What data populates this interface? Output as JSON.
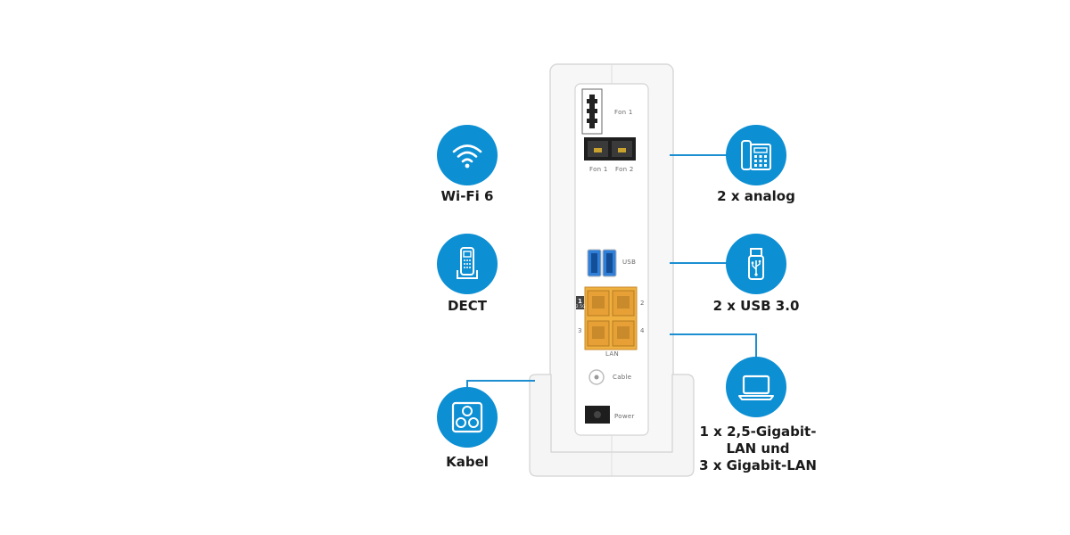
{
  "features": {
    "wifi": {
      "label": "Wi-Fi 6",
      "icon": "wifi-icon"
    },
    "dect": {
      "label": "DECT",
      "icon": "dect-phone-icon"
    },
    "kabel": {
      "label": "Kabel",
      "icon": "cable-connector-icon"
    },
    "analog": {
      "label": "2 x analog",
      "icon": "desk-phone-icon"
    },
    "usb": {
      "label": "2 x USB 3.0",
      "icon": "usb-icon"
    },
    "lan": {
      "lines": [
        "1 x 2,5-Gigabit-",
        "LAN und",
        "3 x Gigabit-LAN"
      ],
      "icon": "laptop-icon"
    }
  },
  "device": {
    "ports": {
      "fon1_top": "Fon 1",
      "fon1_bottom": "Fon 1",
      "fon2_bottom": "Fon 2",
      "usb": "USB",
      "lan": "LAN",
      "lan_port_1": "1",
      "lan_port_2": "2",
      "lan_port_3": "3",
      "lan_port_4": "4",
      "lan_speed": "2.5G",
      "cable": "Cable",
      "power": "Power"
    }
  },
  "colors": {
    "accent": "#0d8fd3",
    "line": "#1d8fd1",
    "lan_port": "#f0b040",
    "usb_port": "#2f7fd8"
  }
}
